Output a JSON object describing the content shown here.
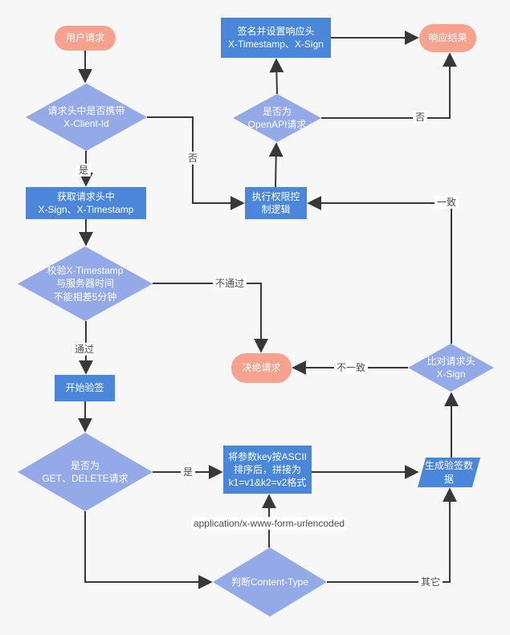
{
  "colors": {
    "background": "#f7f7f7",
    "process_fill": "#4a87db",
    "decision_fill": "#94a9e8",
    "terminal_fill": "#f7a28e",
    "edge": "#383838",
    "node_text": "#ffffff",
    "label_text": "#4a4a4a",
    "label_bg": "#ffffff"
  },
  "nodes": {
    "user_request": "用户请求",
    "check_client_id": "请求头中是否携带\nX-Client-Id",
    "sign_response": "签名并设置响应头\nX-Timestamp、X-Sign",
    "response_result": "响应结果",
    "is_openapi": "是否为\nOpenAPI请求",
    "get_headers": "获取请求头中\nX-Sign、X-Timestamp",
    "exec_permission": "执行权限控\n制逻辑",
    "check_timestamp": "校验X-Timestamp\n与服务器时间\n不能相差5分钟",
    "reject_request": "决绝请求",
    "compare_sign": "比对请求头\nX-Sign",
    "start_verify": "开始验签",
    "is_get_delete": "是否为\nGET、DELETE请求",
    "sort_params": "将参数key按ASCII\n排序后，拼接为\nk1=v1&k2=v2格式",
    "gen_verify_data": "生成验签数\n据",
    "check_content_type": "判断Content-Type"
  },
  "edge_labels": {
    "yes_client_id": "是",
    "no_client_id": "否",
    "no_openapi": "否",
    "pass": "通过",
    "fail": "不通过",
    "match": "一致",
    "mismatch": "不一致",
    "yes_get_delete": "是",
    "form_urlencoded": "application/x-www-form-urlencoded",
    "other": "其它"
  }
}
